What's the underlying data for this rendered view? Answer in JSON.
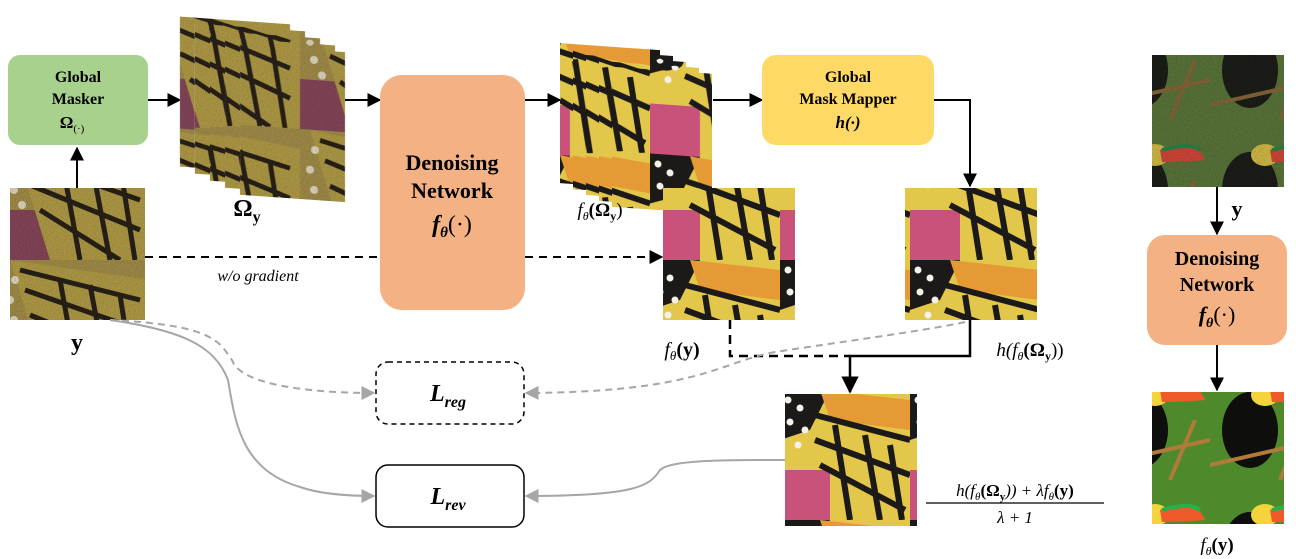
{
  "boxes": {
    "global_masker": {
      "line1": "Global",
      "line2": "Masker",
      "symbol": "Ω",
      "sub": "(·)",
      "color": "#a9d18e"
    },
    "denoising_network": {
      "line1": "Denoising",
      "line2": "Network",
      "formula": "f",
      "sub": "θ",
      "arg": "(·)",
      "color": "#f4b183"
    },
    "global_mask_mapper": {
      "line1": "Global",
      "line2": "Mask Mapper",
      "formula": "h(·)",
      "color": "#ffd966"
    },
    "inference_network": {
      "line1": "Denoising",
      "line2": "Network",
      "formula": "f",
      "sub": "θ",
      "arg": "(·)",
      "color": "#f4b183"
    }
  },
  "labels": {
    "omega_y": "Ω",
    "omega_y_sub": "y",
    "f_omega": "f",
    "f_omega_sub": "θ",
    "f_omega_arg": "(Ω",
    "f_omega_arg_sub": "y",
    "f_omega_close": ")",
    "y_left": "y",
    "wo_gradient": "w/o gradient",
    "f_y": "f",
    "f_y_sub": "θ",
    "f_y_arg": "(y)",
    "h_f_omega": "h(f",
    "h_f_omega_sub": "θ",
    "h_f_omega_arg": "(Ω",
    "h_f_omega_arg_sub": "y",
    "h_f_omega_close": "))",
    "fraction_num": "h(f",
    "fraction_num_sub": "θ",
    "fraction_num_mid": "(Ω",
    "fraction_num_mid_sub": "y",
    "fraction_num_rest": ")) + λf",
    "fraction_num_rest_sub": "θ",
    "fraction_num_end": "(y)",
    "fraction_den": "λ + 1",
    "y_right": "y",
    "f_y_right": "f",
    "f_y_right_sub": "θ",
    "f_y_right_arg": "(y)"
  },
  "losses": {
    "reg": {
      "symbol": "L",
      "sub": "reg"
    },
    "rev": {
      "symbol": "L",
      "sub": "rev"
    }
  },
  "images": {
    "butterfly_noisy": "noisy-butterfly",
    "butterfly_clean": "denoised-butterfly",
    "toucan_noisy": "noisy-toucan",
    "toucan_clean": "denoised-toucan"
  }
}
